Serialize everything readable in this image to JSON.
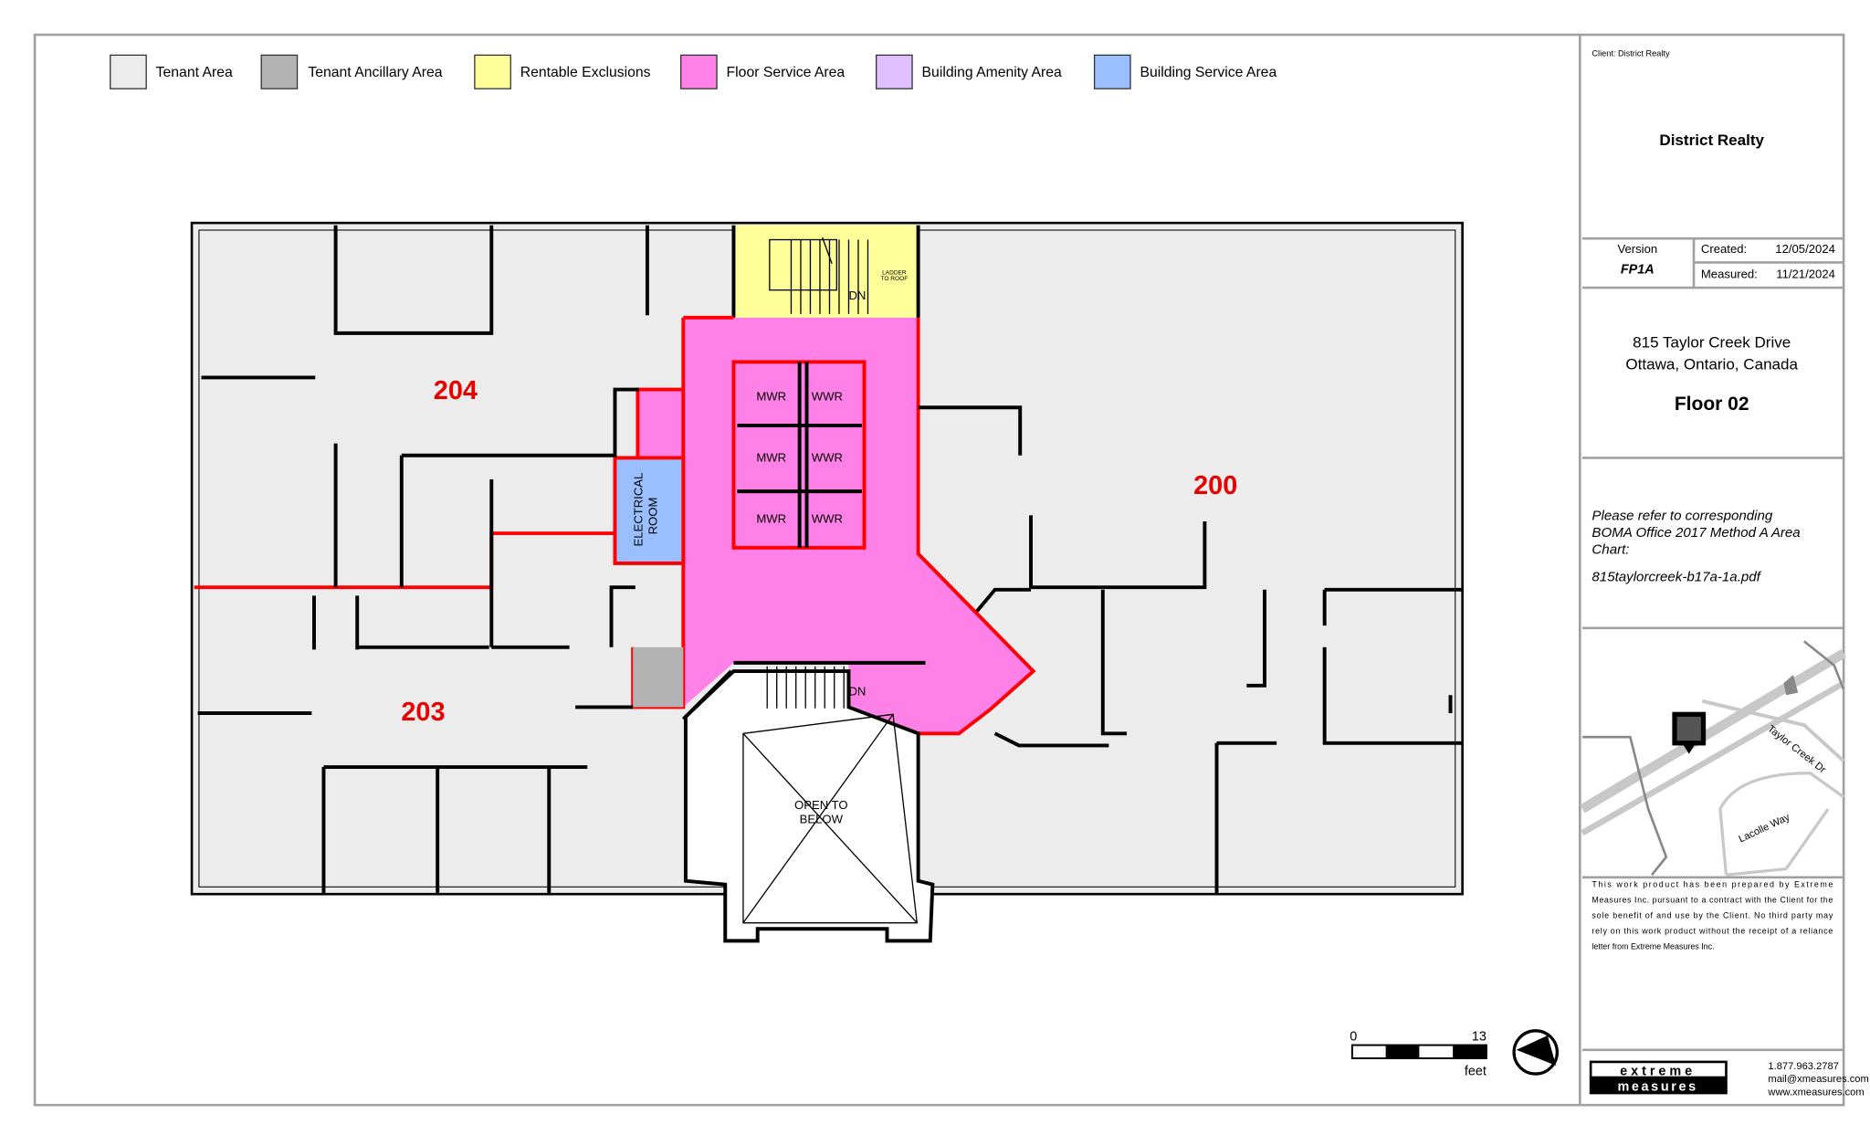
{
  "legend": {
    "items": [
      {
        "label": "Tenant Area",
        "color": "#ececec"
      },
      {
        "label": "Tenant Ancillary Area",
        "color": "#b3b3b3"
      },
      {
        "label": "Rentable Exclusions",
        "color": "#ffff99"
      },
      {
        "label": "Floor Service Area",
        "color": "#ff80e6"
      },
      {
        "label": "Building Amenity Area",
        "color": "#e0bfff"
      },
      {
        "label": "Building Service Area",
        "color": "#99bfff"
      }
    ]
  },
  "plan": {
    "suites": [
      "204",
      "203",
      "200"
    ],
    "suite_label_color": "#e60000",
    "rooms": {
      "mwr": "MWR",
      "wwr": "WWR",
      "electrical": [
        "ELECTRICAL",
        "ROOM"
      ],
      "ladder": [
        "LADDER",
        "TO ROOF"
      ],
      "dn": "DN",
      "open_to_below": [
        "OPEN TO",
        "BELOW"
      ]
    },
    "scale": {
      "start": "0",
      "end": "13",
      "unit": "feet"
    },
    "north_arrow": "north-arrow-icon"
  },
  "title_block": {
    "client_line": "Client:  District Realty",
    "client_name": "District Realty",
    "version_label": "Version",
    "version": "FP1A",
    "created_label": "Created:",
    "created": "12/05/2024",
    "measured_label": "Measured:",
    "measured": "11/21/2024",
    "address_line1": "815 Taylor Creek Drive",
    "address_line2": "Ottawa, Ontario, Canada",
    "floor": "Floor 02",
    "note_lines": [
      "Please refer to corresponding",
      "BOMA Office 2017 Method A Area",
      "Chart:"
    ],
    "chart_file": "815taylorcreek-b17a-1a.pdf",
    "map_labels": [
      "Taylor Creek Dr",
      "Lacolle Way"
    ],
    "disclaimer_lines": [
      "This work product has been prepared by Extreme",
      "Measures Inc. pursuant to a contract with the Client for the",
      "sole benefit of and use by the Client. No third party may",
      "rely on this work product without the receipt of a reliance",
      "letter from Extreme Measures Inc."
    ],
    "logo": [
      "extreme",
      "measures"
    ],
    "phone": "1.877.963.2787",
    "email": "mail@xmeasures.com",
    "website": "www.xmeasures.com"
  }
}
